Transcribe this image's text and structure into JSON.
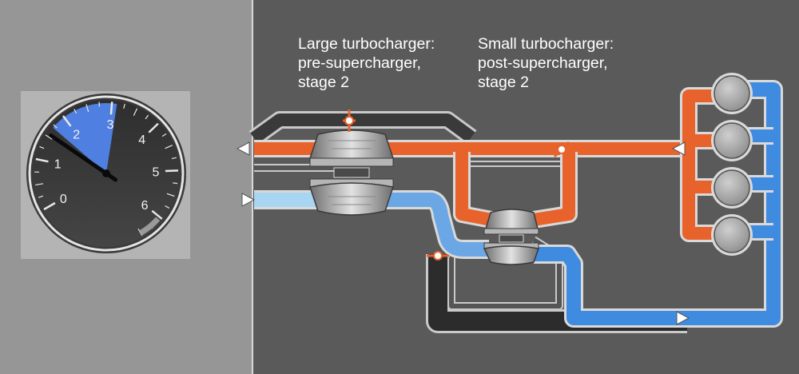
{
  "labels": {
    "large_turbo": [
      "Large turbocharger:",
      "pre-supercharger,",
      "stage 2"
    ],
    "small_turbo": [
      "Small turbocharger:",
      "post-supercharger,",
      "stage 2"
    ]
  },
  "gauge": {
    "ticks": [
      "0",
      "1",
      "2",
      "3",
      "4",
      "5",
      "6"
    ],
    "needle_value": 1.55,
    "highlight_range": [
      1.7,
      3.1
    ],
    "min": 0,
    "max": 6.5
  },
  "colors": {
    "exhaust": "#e8622c",
    "intake": "#3f8be0",
    "intake_light": "#a8d6f2",
    "gauge_highlight": "#4f7fe0",
    "panel_left": "#969696",
    "panel_main": "#5a5a5a"
  }
}
